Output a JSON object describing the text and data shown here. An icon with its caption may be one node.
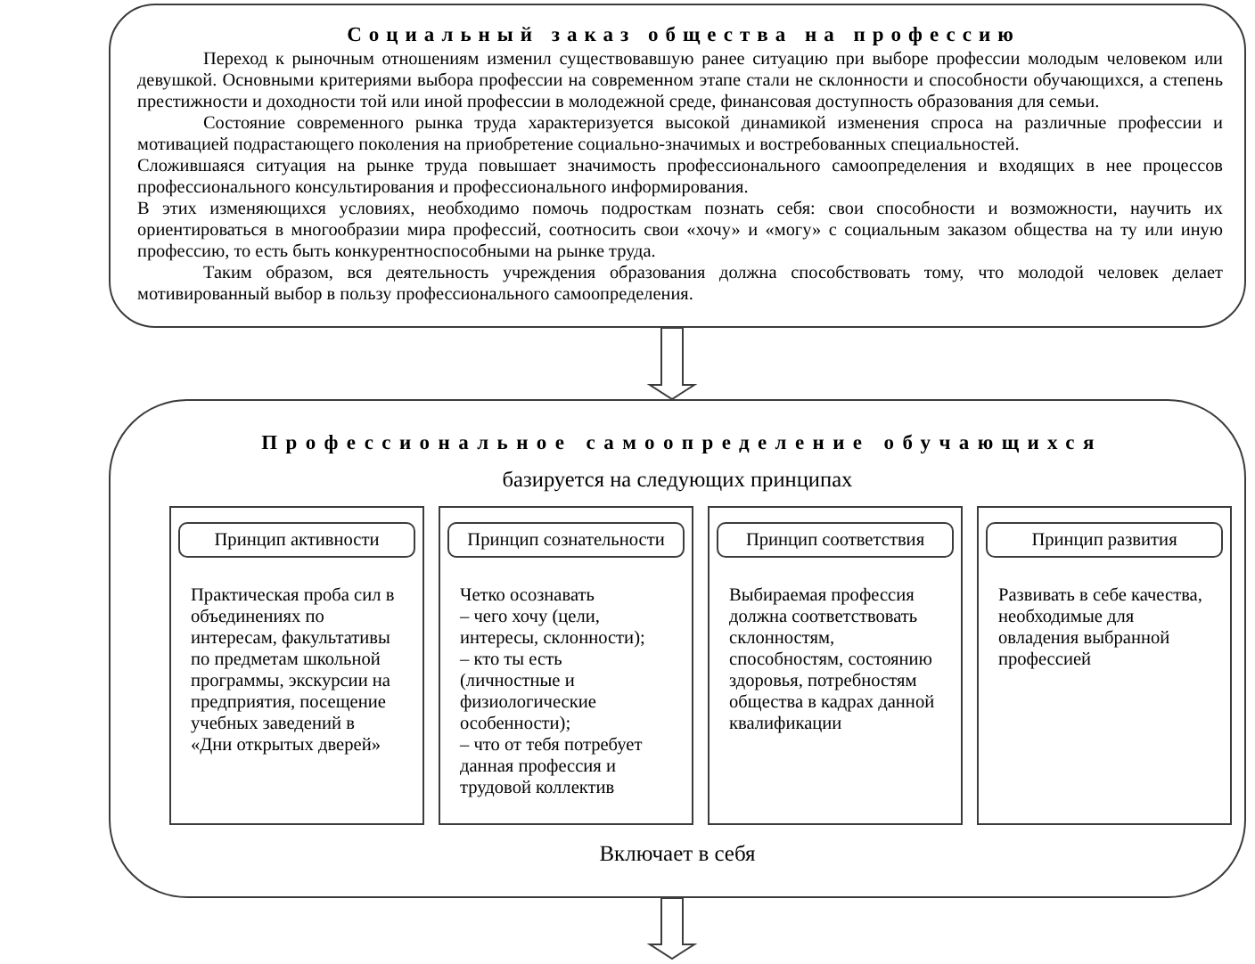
{
  "diagram": {
    "nodes": [
      {
        "text": [
          "Социальный заказ общества на профессию",
          "Переход к рыночным отношениям изменил существовавшую ранее ситуацию при выборе профессии молодым человеком или девушкой. Основными критериями выбора профессии на современном этапе стали не склонности и способности обучающихся, а степень престижности и доходности той или иной профессии в молодежной среде, финансовая доступность образования для семьи.",
          "Состояние современного рынка труда характеризуется высокой динамикой изменения спроса на различные профессии и мотивацией подрастающего поколения на приобретение социально-значимых и востребованных специальностей.",
          "Сложившаяся ситуация на рынке труда повышает значимость профессионального самоопределения и входящих в нее процессов профессионального консультирования и профессионального информирования.",
          "В этих изменяющихся условиях, необходимо помочь подросткам познать себя: свои способности и возможности, научить их ориентироваться в многообразии мира профессий, соотносить свои «хочу» и «могу» с социальным заказом общества на ту или иную профессию, то есть быть конкурентноспособными на рынке труда.",
          "Таким образом, вся деятельность учреждения образования должна способствовать тому, что молодой человек делает мотивированный выбор в пользу профессионального самоопределения."
        ]
      },
      {
        "text": [
          "Профессиональное самоопределение обучающихся",
          "базируется на следующих принципах",
          "Включает в себя"
        ]
      },
      {
        "text": [
          "Практическая проба сил в объединениях по интересам, факультативы по предметам школьной программы, экскурсии на предприятия, посещение учебных заведений в «Дни открытых дверей»"
        ],
        "in": 1
      },
      {
        "text": [
          "Принцип активности"
        ],
        "in": 2
      },
      {
        "text": [
          "Четко осознавать",
          "– чего хочу (цели, интересы, склонности);",
          "– кто ты есть (личностные и физиологические особенности);",
          "– что от тебя потребует данная профессия и трудовой коллектив"
        ],
        "in": 1
      },
      {
        "text": [
          "Принцип сознательности"
        ],
        "in": 4
      },
      {
        "text": [
          "Выбираемая профессия должна соответствовать склонностям, способностям, состоянию здоровья, потребностям общества в кадрах данной квалификации"
        ],
        "in": 1
      },
      {
        "text": [
          "Принцип соответствия"
        ],
        "in": 6
      },
      {
        "text": [
          "Развивать в себе качества, необходимые для овладения выбранной профессией"
        ],
        "in": 1
      },
      {
        "text": [
          "Принцип развития"
        ],
        "in": 8
      }
    ],
    "edges": [
      {
        "from": 0,
        "to": 1,
        "arrow": "to"
      },
      {
        "from": 1,
        "to": null,
        "arrow": "to"
      }
    ]
  }
}
